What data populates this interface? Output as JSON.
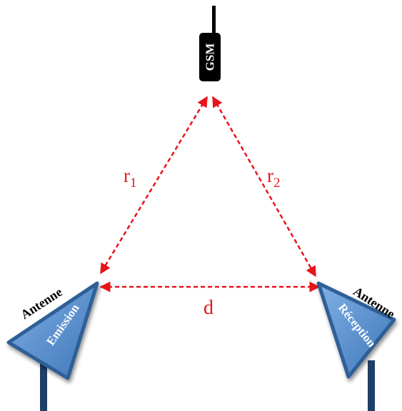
{
  "phone": {
    "label": "GSM"
  },
  "links": {
    "r1": {
      "base": "r",
      "sub": "1"
    },
    "r2": {
      "base": "r",
      "sub": "2"
    },
    "d": {
      "label": "d"
    }
  },
  "antenna_left": {
    "title": "Antenne",
    "label": "Emission"
  },
  "antenna_right": {
    "title": "Antenne",
    "label": "Réception"
  },
  "colors": {
    "arrow": "#e8141b",
    "antenna_fill": "#5b93d3",
    "antenna_stroke": "#2f5f97",
    "mast": "#1f3f66",
    "phone": "#000000",
    "text_light": "#ffffff"
  }
}
